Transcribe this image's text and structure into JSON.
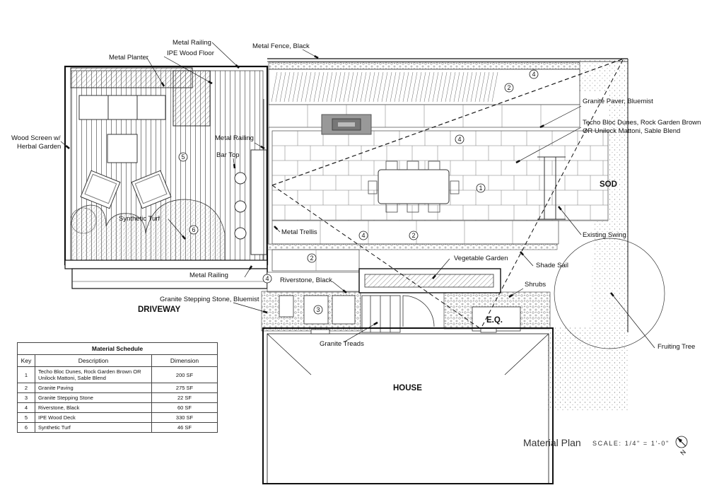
{
  "labels": {
    "metal_railing_top": "Metal Railing",
    "ipe_floor": "IPE Wood Floor",
    "metal_planter": "Metal Planter",
    "metal_fence": "Metal Fence, Black",
    "granite_paver": "Granite Paver, Bluemist",
    "techo_line1": "Techo Bloc Dunes, Rock Garden Brown",
    "techo_line2": "OR Unilock Mattoni, Sable Blend",
    "wood_screen_line1": "Wood Screen w/",
    "wood_screen_line2": "Herbal Garden",
    "metal_railing_side": "Metal Railing",
    "bar_top": "Bar Top",
    "sod": "SOD",
    "synthetic_turf": "Synthetic Turf",
    "metal_trellis": "Metal Trellis",
    "existing_swing": "Existing Swing",
    "vegetable_garden": "Vegetable Garden",
    "shade_sail": "Shade Sail",
    "metal_railing_bottom": "Metal Railing",
    "riverstone": "Riverstone, Black",
    "shrubs": "Shrubs",
    "granite_stepping": "Granite Stepping Stone, Bluemist",
    "driveway": "DRIVEWAY",
    "eq": "E.Q.",
    "granite_treads": "Granite Treads",
    "fruiting_tree": "Fruiting Tree",
    "house": "HOUSE"
  },
  "markers": [
    {
      "id": "m1",
      "text": "4"
    },
    {
      "id": "m2",
      "text": "2"
    },
    {
      "id": "m3",
      "text": "4"
    },
    {
      "id": "m4",
      "text": "1"
    },
    {
      "id": "m5",
      "text": "5"
    },
    {
      "id": "m6",
      "text": "6"
    },
    {
      "id": "m7",
      "text": "4"
    },
    {
      "id": "m8",
      "text": "2"
    },
    {
      "id": "m9",
      "text": "2"
    },
    {
      "id": "m10",
      "text": "4"
    },
    {
      "id": "m11",
      "text": "3"
    }
  ],
  "schedule": {
    "title": "Material Schedule",
    "headers": [
      "Key",
      "Description",
      "Dimension"
    ],
    "rows": [
      {
        "key": "1",
        "description": "Techo Bloc Dunes, Rock Garden Brown OR Unilock Mattoni, Sable Blend",
        "dimension": "200 SF"
      },
      {
        "key": "2",
        "description": "Granite Paving",
        "dimension": "275 SF"
      },
      {
        "key": "3",
        "description": "Granite Stepping Stone",
        "dimension": "22 SF"
      },
      {
        "key": "4",
        "description": "Riverstone, Black",
        "dimension": "60 SF"
      },
      {
        "key": "5",
        "description": "IPE Wood Deck",
        "dimension": "330 SF"
      },
      {
        "key": "6",
        "description": "Synthetic Turf",
        "dimension": "46 SF"
      }
    ]
  },
  "title_block": {
    "title": "Material Plan",
    "scale": "SCALE: 1/4\" = 1'-0\"",
    "north_letter": "N"
  }
}
